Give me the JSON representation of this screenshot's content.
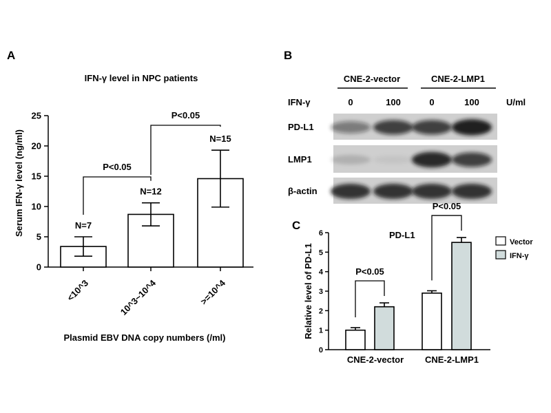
{
  "panel_a": {
    "letter": "A",
    "title": "IFN-γ level in NPC patients",
    "stats": [
      {
        "label": "P<0.05",
        "between": [
          0,
          1
        ]
      },
      {
        "label": "P<0.05",
        "between": [
          1,
          2
        ]
      }
    ]
  },
  "panel_b": {
    "letter": "B",
    "groups": [
      "CNE-2-vector",
      "CNE-2-LMP1"
    ],
    "treatment_label": "IFN-γ",
    "doses": [
      "0",
      "100",
      "0",
      "100"
    ],
    "unit": "U/ml",
    "blots": [
      {
        "name": "PD-L1",
        "intensity": [
          0.45,
          0.75,
          0.75,
          0.95
        ]
      },
      {
        "name": "LMP1",
        "intensity": [
          0.15,
          0.05,
          0.9,
          0.75
        ]
      },
      {
        "name": "β-actin",
        "intensity": [
          0.85,
          0.85,
          0.85,
          0.85
        ]
      }
    ]
  },
  "panel_c": {
    "letter": "C",
    "annotation": "PD-L1",
    "stats": [
      {
        "label": "P<0.05",
        "group": 0
      },
      {
        "label": "P<0.05",
        "group": 1
      }
    ]
  },
  "chart_data": [
    {
      "type": "bar",
      "title": "IFN-γ level in NPC patients",
      "categories": [
        "<10^3",
        "10^3~10^4",
        ">=10^4"
      ],
      "values": [
        3.4,
        8.7,
        14.6
      ],
      "error": [
        1.6,
        1.9,
        4.7
      ],
      "n_labels": [
        "N=7",
        "N=12",
        "N=15"
      ],
      "xlabel": "Plasmid EBV DNA copy numbers (/ml)",
      "ylabel": "Serum IFN-γ level (ng/ml)",
      "ylim": [
        0,
        25
      ],
      "yticks": [
        0,
        5,
        10,
        15,
        20,
        25
      ]
    },
    {
      "type": "bar",
      "categories": [
        "CNE-2-vector",
        "CNE-2-LMP1"
      ],
      "series": [
        {
          "name": "Vector",
          "values": [
            1.0,
            2.9
          ],
          "error": [
            0.13,
            0.12
          ],
          "color": "#ffffff"
        },
        {
          "name": "IFN-γ",
          "values": [
            2.2,
            5.5
          ],
          "error": [
            0.2,
            0.25
          ],
          "color": "#d1dcdc"
        }
      ],
      "ylabel": "Relative level of PD-L1",
      "ylim": [
        0,
        6
      ],
      "yticks": [
        0,
        1,
        2,
        3,
        4,
        5,
        6
      ],
      "legend": "top-right"
    }
  ]
}
